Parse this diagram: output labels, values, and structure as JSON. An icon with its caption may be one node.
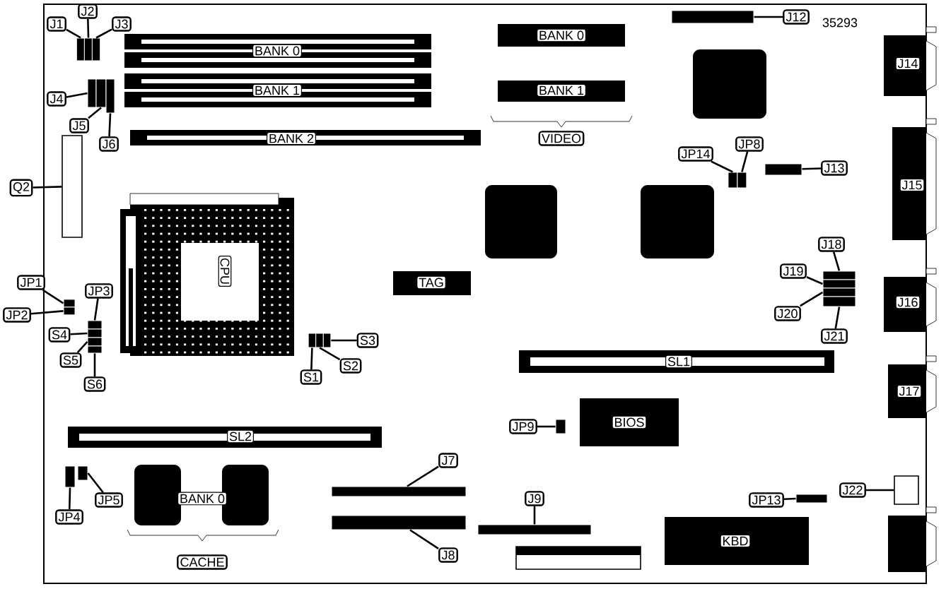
{
  "diagram": {
    "nodes": [
      {
        "text": [
          "J1"
        ]
      },
      {
        "text": [
          "J2"
        ]
      },
      {
        "text": [
          "J3"
        ]
      },
      {
        "text": [
          "BANK 0"
        ]
      },
      {
        "text": [
          "BANK 1"
        ]
      },
      {
        "text": [
          "J4"
        ]
      },
      {
        "text": [
          "J5"
        ]
      },
      {
        "text": [
          "J6"
        ]
      },
      {
        "text": [
          "BANK 2"
        ]
      },
      {
        "text": [
          "Q2"
        ]
      },
      {
        "text": [],
        "shape": "box"
      },
      {
        "text": [
          "BANK 0"
        ]
      },
      {
        "text": [
          "BANK 1"
        ]
      },
      {
        "text": [
          "VIDEO"
        ]
      },
      {
        "text": [
          "J12"
        ]
      },
      {
        "text": [],
        "shape": "box"
      },
      {
        "text": [
          "J14"
        ]
      },
      {
        "text": [
          "JP14"
        ]
      },
      {
        "text": [
          "JP8"
        ]
      },
      {
        "text": [
          "J13"
        ]
      },
      {
        "text": [],
        "shape": "box"
      },
      {
        "text": [
          "J15"
        ]
      },
      {
        "text": [
          "CPU"
        ]
      },
      {
        "text": [
          "TAG"
        ]
      },
      {
        "text": [
          "JP1"
        ]
      },
      {
        "text": [
          "JP2"
        ]
      },
      {
        "text": [
          "JP3"
        ]
      },
      {
        "text": [
          "S4"
        ]
      },
      {
        "text": [
          "S5"
        ]
      },
      {
        "text": [
          "S6"
        ]
      },
      {
        "text": [
          "S1"
        ]
      },
      {
        "text": [
          "S2"
        ]
      },
      {
        "text": [
          "S3"
        ]
      },
      {
        "text": [
          "J18"
        ]
      },
      {
        "text": [
          "J19"
        ]
      },
      {
        "text": [
          "J20"
        ]
      },
      {
        "text": [
          "J21"
        ]
      },
      {
        "text": [
          "J16"
        ]
      },
      {
        "text": [
          "SL1"
        ]
      },
      {
        "text": [
          "J17"
        ]
      },
      {
        "text": [
          "SL2"
        ]
      },
      {
        "text": [
          "JP9"
        ]
      },
      {
        "text": [
          "BIOS"
        ]
      },
      {
        "text": [
          "JP4"
        ]
      },
      {
        "text": [
          "JP5"
        ]
      },
      {
        "text": [
          "BANK 0"
        ]
      },
      {
        "text": [
          "CACHE"
        ]
      },
      {
        "text": [
          "J7"
        ]
      },
      {
        "text": [],
        "shape": "box"
      },
      {
        "text": [],
        "shape": "box"
      },
      {
        "text": [
          "J8"
        ]
      },
      {
        "text": [
          "J9"
        ]
      },
      {
        "text": [],
        "shape": "box"
      },
      {
        "text": [
          "JP13"
        ]
      },
      {
        "text": [
          "J22"
        ]
      },
      {
        "text": [],
        "shape": "box"
      },
      {
        "text": [
          "KBD"
        ]
      },
      {
        "text": [],
        "shape": "box"
      },
      {
        "text": [],
        "shape": "box"
      },
      {
        "text": [],
        "shape": "box"
      },
      {
        "text": [],
        "shape": "box"
      },
      {
        "text": [],
        "shape": "box"
      },
      {
        "text": [],
        "shape": "box"
      },
      {
        "text": [],
        "shape": "box"
      },
      {
        "text": [],
        "shape": "box"
      },
      {
        "text": [],
        "shape": "box"
      },
      {
        "text": [],
        "shape": "box"
      },
      {
        "text": [],
        "shape": "box"
      },
      {
        "text": [],
        "shape": "box"
      },
      {
        "text": [],
        "shape": "box"
      },
      {
        "text": [],
        "shape": "box"
      },
      {
        "text": [],
        "shape": "box"
      },
      {
        "text": [],
        "shape": "box"
      },
      {
        "text": [],
        "shape": "box"
      },
      {
        "text": [],
        "shape": "box"
      },
      {
        "text": [],
        "shape": "box"
      },
      {
        "text": [],
        "shape": "box"
      },
      {
        "text": [],
        "shape": "box"
      },
      {
        "text": [],
        "shape": "box"
      },
      {
        "text": [],
        "shape": "box"
      },
      {
        "text": [],
        "shape": "box"
      },
      {
        "text": [],
        "shape": "box"
      }
    ],
    "edges": [
      {
        "from": 0,
        "to": 57,
        "arrow": "none"
      },
      {
        "from": 1,
        "to": 58,
        "arrow": "none"
      },
      {
        "from": 2,
        "to": 59,
        "arrow": "none"
      },
      {
        "from": 5,
        "to": 60,
        "arrow": "none"
      },
      {
        "from": 6,
        "to": 61,
        "arrow": "none"
      },
      {
        "from": 7,
        "to": 62,
        "arrow": "none"
      },
      {
        "from": 9,
        "to": 10,
        "arrow": "none"
      },
      {
        "from": 14,
        "to": 15,
        "arrow": "none"
      },
      {
        "from": 17,
        "to": 63,
        "arrow": "none"
      },
      {
        "from": 18,
        "to": 64,
        "arrow": "none"
      },
      {
        "from": 19,
        "to": 20,
        "arrow": "none"
      },
      {
        "from": 24,
        "to": 65,
        "arrow": "none"
      },
      {
        "from": 25,
        "to": 66,
        "arrow": "none"
      },
      {
        "from": 26,
        "to": 67,
        "arrow": "none"
      },
      {
        "from": 27,
        "to": 68,
        "arrow": "none"
      },
      {
        "from": 28,
        "to": 69,
        "arrow": "none"
      },
      {
        "from": 29,
        "to": 70,
        "arrow": "none"
      },
      {
        "from": 30,
        "to": 71,
        "arrow": "none"
      },
      {
        "from": 31,
        "to": 72,
        "arrow": "none"
      },
      {
        "from": 32,
        "to": 73,
        "arrow": "none"
      },
      {
        "from": 33,
        "to": 74,
        "arrow": "none"
      },
      {
        "from": 34,
        "to": 75,
        "arrow": "none"
      },
      {
        "from": 35,
        "to": 76,
        "arrow": "none"
      },
      {
        "from": 36,
        "to": 77,
        "arrow": "none"
      },
      {
        "from": 41,
        "to": 78,
        "arrow": "none"
      },
      {
        "from": 43,
        "to": 79,
        "arrow": "none"
      },
      {
        "from": 44,
        "to": 80,
        "arrow": "none"
      },
      {
        "from": 47,
        "to": 48,
        "arrow": "none"
      },
      {
        "from": 50,
        "to": 49,
        "arrow": "none"
      },
      {
        "from": 51,
        "to": 52,
        "arrow": "none"
      },
      {
        "from": 53,
        "to": 81,
        "arrow": "none"
      },
      {
        "from": 54,
        "to": 55,
        "arrow": "none"
      }
    ],
    "labels": [
      "35293"
    ]
  }
}
